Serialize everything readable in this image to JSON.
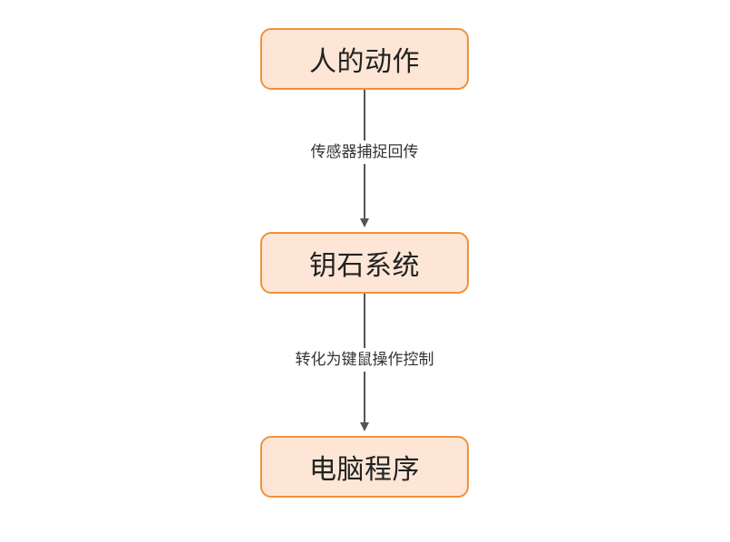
{
  "diagram": {
    "nodes": [
      {
        "id": "n1",
        "label": "人的动作"
      },
      {
        "id": "n2",
        "label": "钥石系统"
      },
      {
        "id": "n3",
        "label": "电脑程序"
      }
    ],
    "edges": [
      {
        "from": "n1",
        "to": "n2",
        "label": "传感器捕捉回传"
      },
      {
        "from": "n2",
        "to": "n3",
        "label": "转化为键鼠操作控制"
      }
    ],
    "colors": {
      "node_fill": "#fde6d5",
      "node_border": "#f0913a",
      "connector": "#555555",
      "text": "#222222"
    }
  }
}
